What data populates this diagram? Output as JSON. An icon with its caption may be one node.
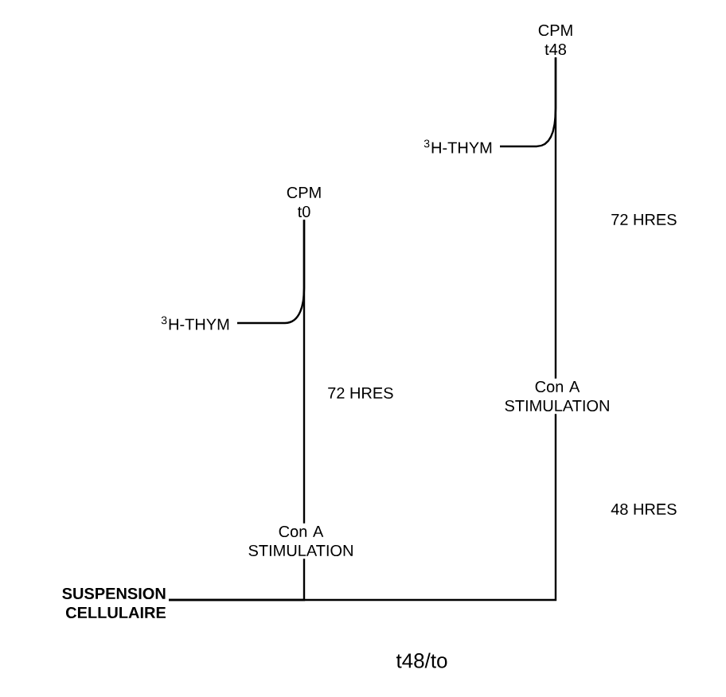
{
  "diagram": {
    "nodes": [
      {
        "text": [
          "SUSPENSION CELLULAIRE"
        ]
      },
      {
        "text": [
          "Con A STIMULATION"
        ]
      },
      {
        "text": [
          "CPM t0"
        ]
      },
      {
        "text": [
          "$^{3}$H-THYM"
        ]
      },
      {
        "text": [
          "Con A STIMULATION"
        ]
      },
      {
        "text": [
          "CPM t48"
        ]
      },
      {
        "text": [
          "$^{3}$H-THYM"
        ]
      }
    ],
    "edges": [
      {
        "from": 0,
        "to": 1,
        "arrow": "none"
      },
      {
        "from": 0,
        "to": 4,
        "arrow": "none",
        "label": "48 HRES"
      },
      {
        "from": 1,
        "to": 2,
        "arrow": "none",
        "label": "72 HRES"
      },
      {
        "from": 3,
        "to": 2,
        "arrow": "none"
      },
      {
        "from": 4,
        "to": 5,
        "arrow": "none",
        "label": "72 HRES"
      },
      {
        "from": 6,
        "to": 5,
        "arrow": "none"
      }
    ],
    "labels": [
      "t48/to"
    ]
  }
}
